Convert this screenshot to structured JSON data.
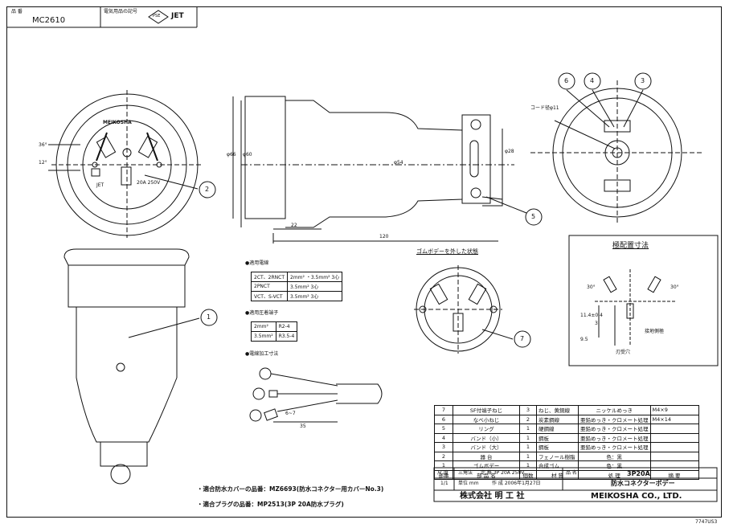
{
  "header": {
    "part_label": "品 番",
    "part_no": "MC2610",
    "elec_label": "電気用品の記号",
    "mark": "PSE",
    "jet": "JET"
  },
  "front_face": {
    "angle1": "36°",
    "angle2": "12°",
    "badge": "MEIKOSHA",
    "rating": "20A 250V",
    "brand": "JET"
  },
  "side_view": {
    "d1": "φ66",
    "d2": "φ60",
    "d3": "φ54",
    "d4": "φ28",
    "len1": "22",
    "len2": "120"
  },
  "end_view": {
    "cord": "コード径φ11"
  },
  "balloons": [
    "1",
    "2",
    "3",
    "4",
    "5",
    "6",
    "7"
  ],
  "rubber_label": "ゴムボデーを外した状態",
  "cable_title": "●適用電線",
  "cable_table": [
    [
      "2CT、2RNCT",
      "2mm² ・3.5mm² 3心"
    ],
    [
      "2PNCT",
      "3.5mm² 3心"
    ],
    [
      "VCT、S-VCT",
      "3.5mm² 3心"
    ]
  ],
  "terminal_title": "●適用圧着端子",
  "terminal_table": [
    [
      "2mm²",
      "R2-4"
    ],
    [
      "3.5mm²",
      "R3.5-4"
    ]
  ],
  "wire_title": "●電線加工寸法",
  "wire_dims": {
    "a": "6~7",
    "b": "35"
  },
  "pole_title": "極配置寸法",
  "pole": {
    "a1": "30°",
    "a2": "30°",
    "d1": "11.4±0.4",
    "d2": "9.5",
    "d3": "3",
    "ground": "接地側極",
    "view": "刃受穴"
  },
  "notes": [
    "・適合防水カバーの品番：MZ6693(防水コネクター用カバーNo.3)",
    "・適合プラグの品番：MP2513(3P 20A防水プラグ)"
  ],
  "parts": [
    [
      "7",
      "SF付端子ねじ",
      "3",
      "ねじ、黄銅線",
      "ニッケルめっき",
      "M4×9"
    ],
    [
      "6",
      "なべ小ねじ",
      "2",
      "炭素鋼線",
      "亜鉛めっき・クロメート処理",
      "M4×14"
    ],
    [
      "5",
      "リング",
      "1",
      "硬鋼線",
      "亜鉛めっき・クロメート処理",
      ""
    ],
    [
      "4",
      "バンド（小）",
      "1",
      "鋼板",
      "亜鉛めっき・クロメート処理",
      ""
    ],
    [
      "3",
      "バンド（大）",
      "1",
      "鋼板",
      "亜鉛めっき・クロメート処理",
      ""
    ],
    [
      "2",
      "器 台",
      "1",
      "フェノール樹脂",
      "色：黒",
      ""
    ],
    [
      "1",
      "ゴムボデー",
      "1",
      "合成ゴム",
      "色：黒",
      ""
    ]
  ],
  "parts_header": [
    "部番",
    "部 品 名",
    "個数",
    "材 質",
    "処 理",
    "摘 要"
  ],
  "titleblock": {
    "scale_label": "尺 度",
    "scale": "1/1",
    "unit": "単位 mm",
    "method": "三角法",
    "spec": "定 格 3P 20A 250V",
    "date": "作 成  2006年1月27日",
    "name_label": "品 名",
    "name1": "3P20A",
    "name2": "防水コネクターボデー",
    "company": "株式会社 明 工 社",
    "company_en": "MEIKOSHA CO., LTD.",
    "doc": "7747US3"
  }
}
